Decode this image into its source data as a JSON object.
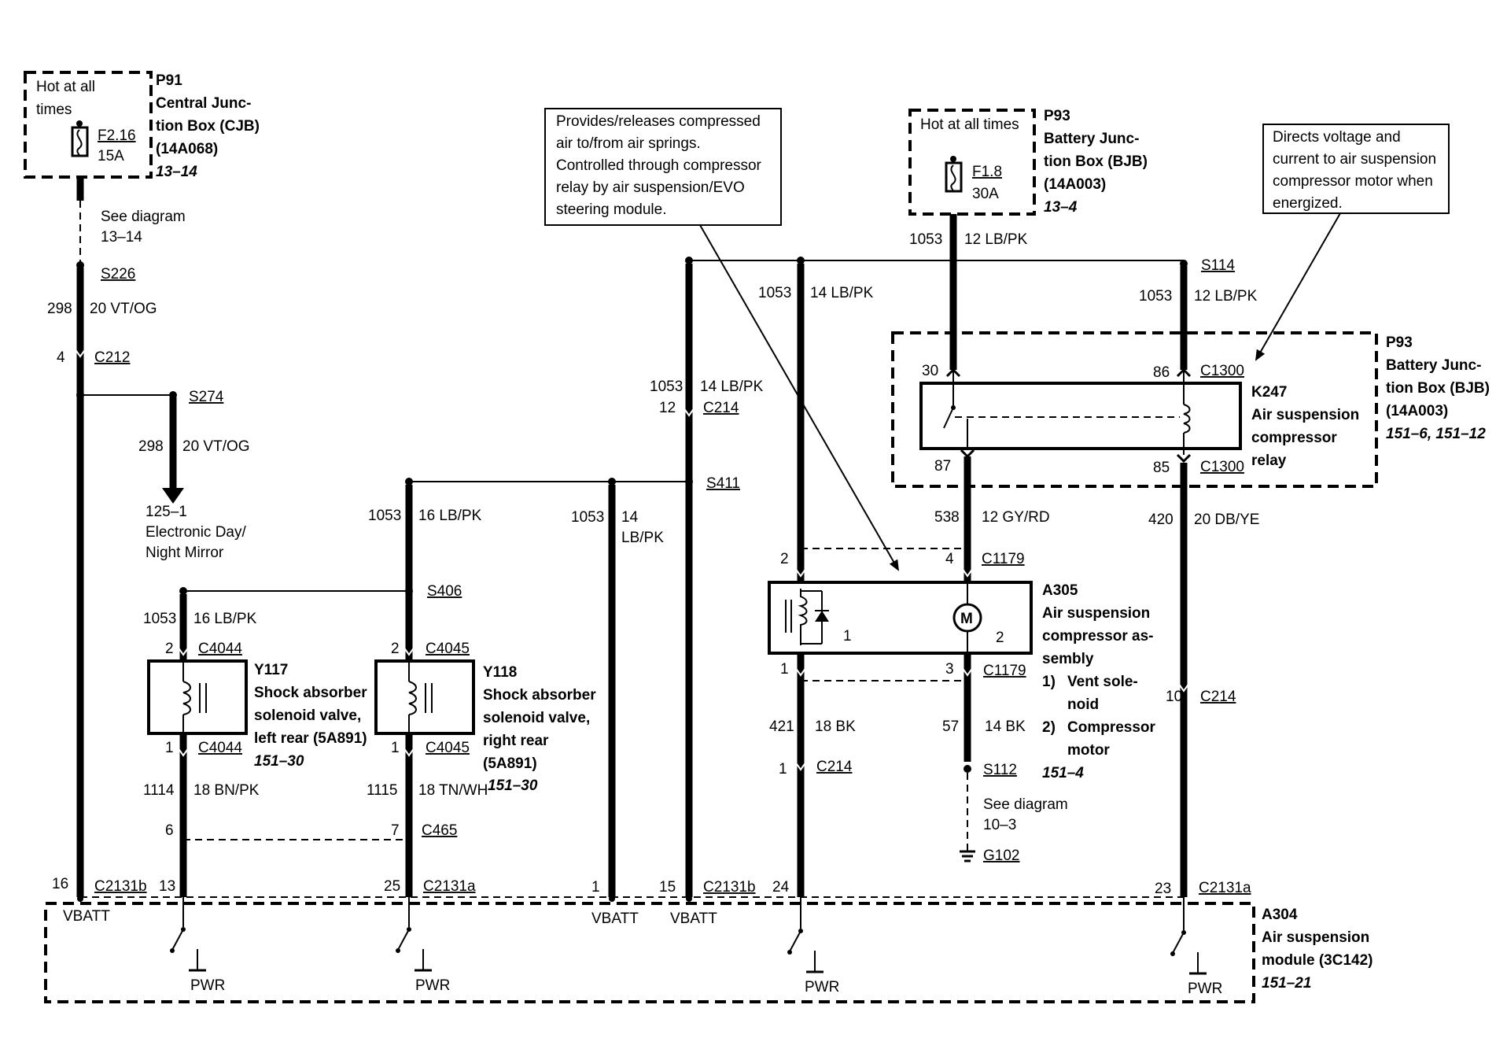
{
  "p91": {
    "hot_line1": "Hot at all",
    "hot_line2": "times",
    "fuse_id": "F2.16",
    "fuse_rating": "15A",
    "id": "P91",
    "name_line1": "Central Junc-",
    "name_line2": "tion Box (CJB)",
    "part": "(14A068)",
    "ref": "13–14"
  },
  "p93_top": {
    "hot": "Hot at all times",
    "fuse_id": "F1.8",
    "fuse_rating": "30A",
    "id": "P93",
    "name_line1": "Battery Junc-",
    "name_line2": "tion Box (BJB)",
    "part": "(14A003)",
    "ref": "13–4"
  },
  "p93_right": {
    "id": "P93",
    "name_line1": "Battery Junc-",
    "name_line2": "tion Box (BJB)",
    "part": "(14A003)",
    "ref": "151–6, 151–12"
  },
  "notes": {
    "compressor_l1": "Provides/releases compressed",
    "compressor_l2": "air to/from air springs.",
    "compressor_l3": "Controlled through compressor",
    "compressor_l4": "relay by air suspension/EVO",
    "compressor_l5": "steering module.",
    "relay_l1": "Directs voltage and",
    "relay_l2": "current to air suspension",
    "relay_l3": "compressor motor when",
    "relay_l4": "energized."
  },
  "left": {
    "see1": "See diagram",
    "see2": "13–14",
    "s226": "S226",
    "c298": "298",
    "c298_color": "20 VT/OG",
    "pin4": "4",
    "c212": "C212",
    "s274": "S274",
    "c298b": "298",
    "c298b_color": "20 VT/OG",
    "mirror_ref": "125–1",
    "mirror_l1": "Electronic Day/",
    "mirror_l2": "Night Mirror"
  },
  "y117": {
    "circuit": "1053",
    "color": "16 LB/PK",
    "pin2": "2",
    "conn2": "C4044",
    "pin1": "1",
    "conn1": "C4044",
    "id": "Y117",
    "name_l1": "Shock absorber",
    "name_l2": "solenoid valve,",
    "name_l3": "left rear (5A891)",
    "ref": "151–30",
    "out_circuit": "1114",
    "out_color": "18 BN/PK"
  },
  "y118": {
    "circuit": "1053",
    "color": "16 LB/PK",
    "s406": "S406",
    "pin2": "2",
    "conn2": "C4045",
    "pin1": "1",
    "conn1": "C4045",
    "id": "Y118",
    "name_l1": "Shock absorber",
    "name_l2": "solenoid valve,",
    "name_l3": "right rear",
    "name_l4": "(5A891)",
    "ref": "151–30",
    "out_circuit": "1115",
    "out_color": "18 TN/WH"
  },
  "c465": {
    "pin6": "6",
    "pin7": "7",
    "label": "C465"
  },
  "mid": {
    "c1053a": "1053",
    "c1053a_color1": "14",
    "c1053a_color2": "LB/PK",
    "s411": "S411",
    "c1053b": "1053",
    "c1053b_color": "14 LB/PK",
    "pin12": "12",
    "c214": "C214"
  },
  "top_bus": {
    "c1053": "1053",
    "c1053_color": "12 LB/PK",
    "s114": "S114",
    "left_circuit": "1053",
    "left_color": "14 LB/PK",
    "right_circuit": "1053",
    "right_color": "12 LB/PK"
  },
  "k247": {
    "pin30": "30",
    "pin86": "86",
    "conn_top": "C1300",
    "pin87": "87",
    "pin85": "85",
    "conn_bot": "C1300",
    "id": "K247",
    "name_l1": "Air suspension",
    "name_l2": "compressor",
    "name_l3": "relay"
  },
  "a305": {
    "c538": "538",
    "c538_color": "12 GY/RD",
    "pin2": "2",
    "pin4": "4",
    "conn_top": "C1179",
    "inner1": "1",
    "inner2": "2",
    "motor": "M",
    "pin1": "1",
    "pin3": "3",
    "conn_bot": "C1179",
    "id": "A305",
    "name_l1": "Air suspension",
    "name_l2": "compressor as-",
    "name_l3": "sembly",
    "item1_num": "1)",
    "item1_l1": "Vent sole-",
    "item1_l2": "noid",
    "item2_num": "2)",
    "item2_l1": "Compressor",
    "item2_l2": "motor",
    "ref": "151–4"
  },
  "bottom_mid": {
    "c421": "421",
    "c421_color": "18 BK",
    "pin1": "1",
    "c214": "C214",
    "c57": "57",
    "c57_color": "14 BK",
    "s112": "S112",
    "see1": "See diagram",
    "see2": "10–3",
    "g102": "G102"
  },
  "right_wire": {
    "c420": "420",
    "c420_color": "20 DB/YE",
    "pin10": "10",
    "c214": "C214"
  },
  "a304": {
    "p16": "16",
    "c2131b_a": "C2131b",
    "p13": "13",
    "p25": "25",
    "c2131a_a": "C2131a",
    "p1": "1",
    "p15": "15",
    "c2131b_b": "C2131b",
    "p24": "24",
    "p23": "23",
    "c2131a_b": "C2131a",
    "vbatt1": "VBATT",
    "vbatt2": "VBATT",
    "vbatt3": "VBATT",
    "pwr1": "PWR",
    "pwr2": "PWR",
    "pwr3": "PWR",
    "pwr4": "PWR",
    "id": "A304",
    "name_l1": "Air suspension",
    "name_l2": "module (3C142)",
    "ref": "151–21"
  }
}
